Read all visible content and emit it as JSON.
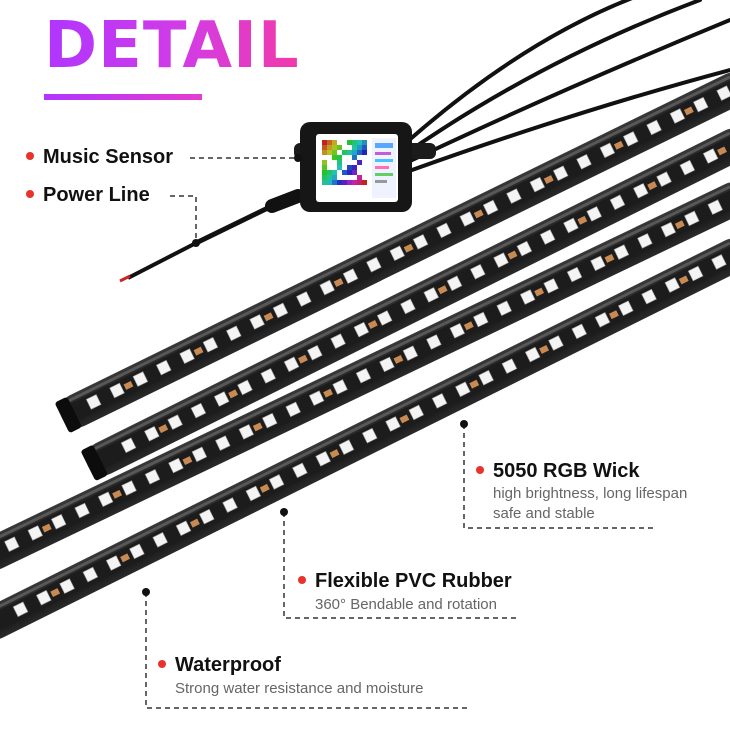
{
  "header": {
    "title": "DETAIL",
    "accent_colors": [
      "#b035ff",
      "#f23aa8"
    ]
  },
  "callouts": {
    "music_sensor": {
      "label": "Music Sensor"
    },
    "power_line": {
      "label": "Power Line"
    },
    "wick": {
      "label": "5050 RGB Wick",
      "lines": [
        "high brightness, long lifespan",
        "safe and stable"
      ]
    },
    "pvc": {
      "label": "Flexible PVC Rubber",
      "lines": [
        "360° Bendable and rotation"
      ]
    },
    "waterproof": {
      "label": "Waterproof",
      "lines": [
        "Strong water resistance and moisture"
      ]
    }
  },
  "icons": {
    "bullet": "red-dot-icon",
    "controller": "qr-controller-box"
  }
}
